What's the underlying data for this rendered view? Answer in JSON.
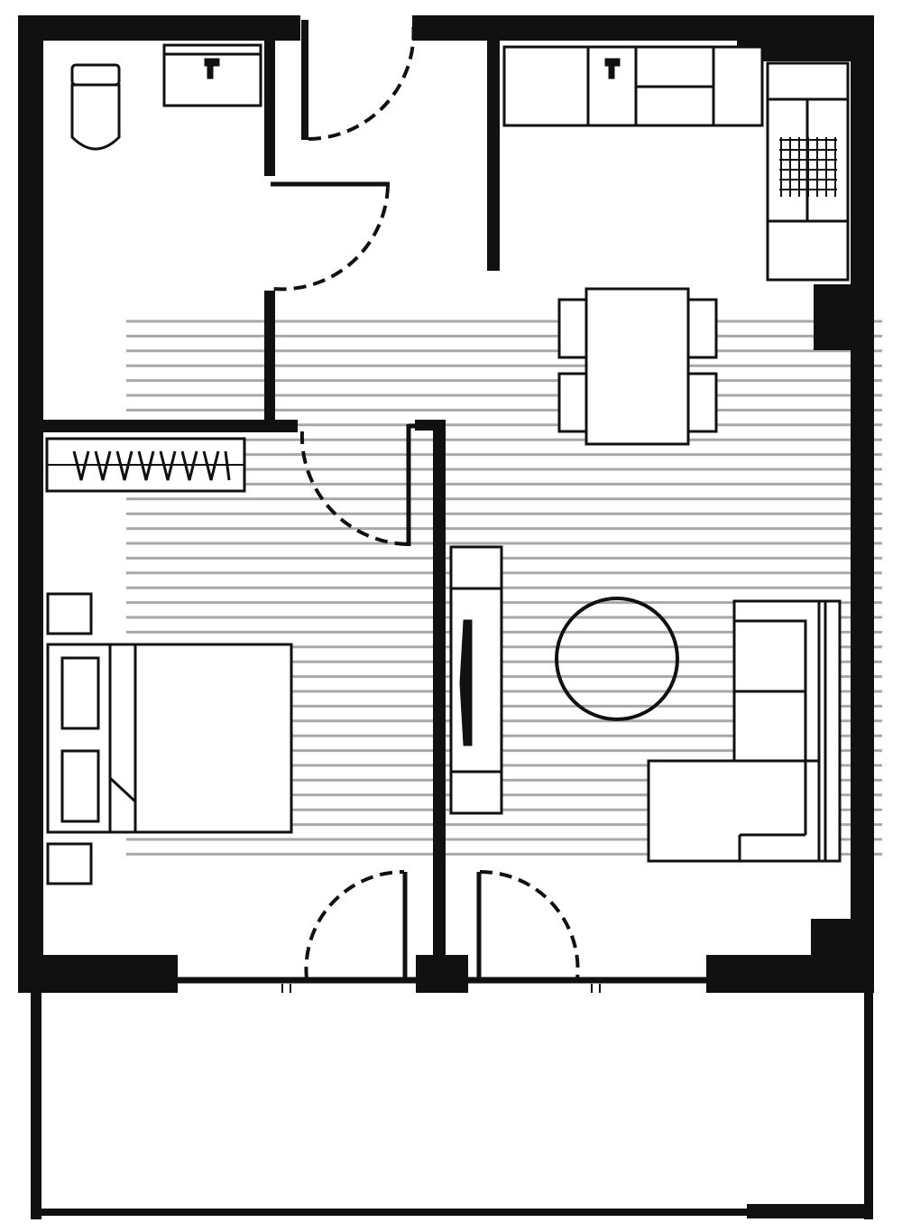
{
  "plan": {
    "colors": {
      "wall": "#111111",
      "fixture": "#111111",
      "floorboard": "#a8a8a8",
      "background": "#ffffff"
    },
    "rooms": [
      "bathroom",
      "kitchen",
      "living-dining",
      "bedroom",
      "hallway",
      "balcony"
    ],
    "fixtures": [
      "toilet",
      "bathroom-sink",
      "kitchen-cabinets",
      "kitchen-sink",
      "refrigerator",
      "dining-table",
      "dining-chairs",
      "wardrobe",
      "double-bed",
      "bedside-tables",
      "tv-unit",
      "round-coffee-table",
      "corner-sofa"
    ],
    "doors": [
      "entry-door",
      "bathroom-door",
      "bedroom-door",
      "bedroom-balcony-door",
      "living-balcony-door"
    ],
    "flooring": "timber-boards"
  }
}
